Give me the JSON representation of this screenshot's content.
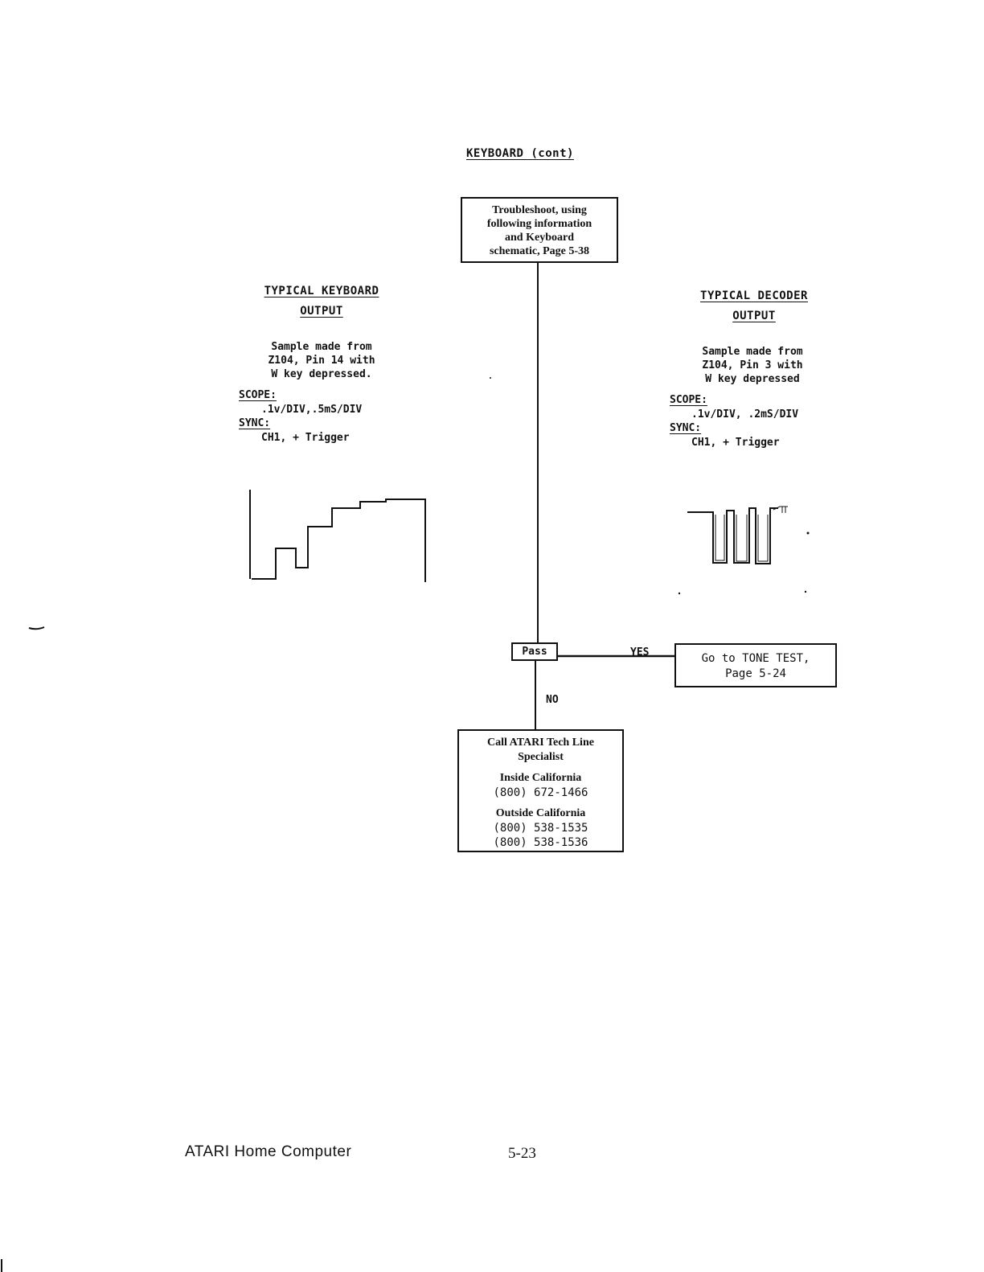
{
  "page_title": "KEYBOARD (cont)",
  "start_box": {
    "lines": [
      "Troubleshoot, using",
      "following information",
      "and Keyboard",
      "schematic, Page 5-38"
    ]
  },
  "keyboard_output": {
    "heading_1": "TYPICAL KEYBOARD",
    "heading_2": "OUTPUT",
    "sample_lines": [
      "Sample made from",
      "Z104, Pin 14 with",
      "W key depressed."
    ],
    "scope_label": "SCOPE:",
    "scope_value": ".1v/DIV,.5mS/DIV",
    "sync_label": "SYNC:",
    "sync_value": "CH1, + Trigger"
  },
  "decoder_output": {
    "heading_1": "TYPICAL DECODER",
    "heading_2": "OUTPUT",
    "sample_lines": [
      "Sample made from",
      "Z104, Pin 3 with",
      "W key depressed"
    ],
    "scope_label": "SCOPE:",
    "scope_value": ".1v/DIV, .2mS/DIV",
    "sync_label": "SYNC:",
    "sync_value": "CH1, + Trigger"
  },
  "decision": {
    "label": "Pass",
    "yes_label": "YES",
    "no_label": "NO"
  },
  "yes_box": {
    "lines": [
      "Go to TONE TEST,",
      "Page 5-24"
    ]
  },
  "no_box": {
    "line_1": "Call ATARI Tech Line",
    "line_2": "Specialist",
    "inside_label": "Inside California",
    "inside_phone": "(800) 672-1466",
    "outside_label": "Outside California",
    "outside_phone_1": "(800) 538-1535",
    "outside_phone_2": "(800) 538-1536"
  },
  "footer": {
    "left": "ATARI Home Computer",
    "page_number": "5-23"
  }
}
